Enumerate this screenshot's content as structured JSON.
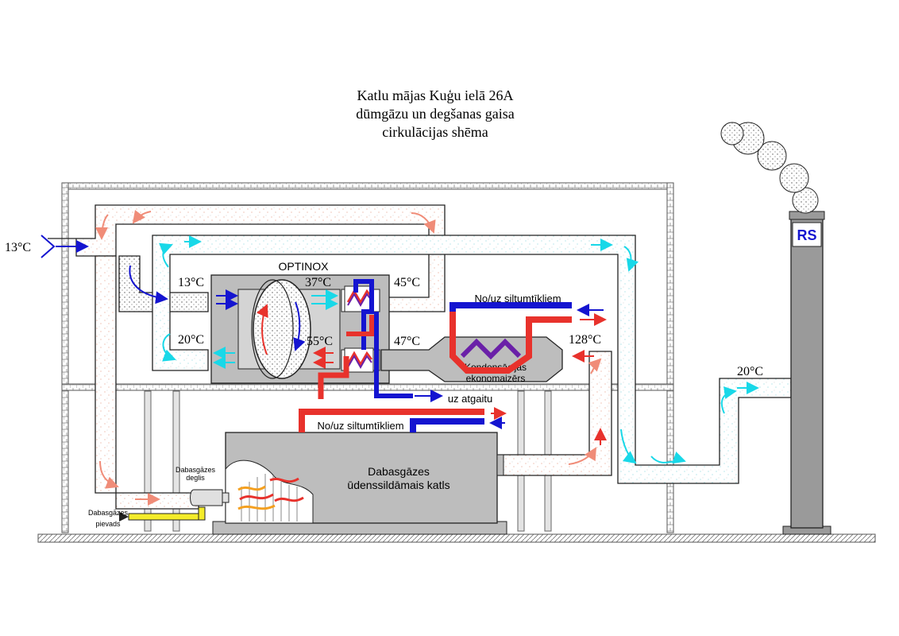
{
  "title": {
    "line1": "Katlu mājas Kuģu ielā 26A",
    "line2": "dūmgāzu un degšanas gaisa",
    "line3": "cirkulācijas shēma"
  },
  "labels": {
    "optinox": "OPTINOX",
    "inlet_temp": "13°C",
    "recup_in_cold": "13°C",
    "recup_out_warm": "37°C",
    "exhaust_after_recup": "45°C",
    "recup_cold_out": "20°C",
    "recup_hot_in": "55°C",
    "after_economizer_in": "47°C",
    "boiler_flue_temp": "128°C",
    "chimney_temp": "20°C",
    "economizer_line1": "Kondensācijas",
    "economizer_line2": "ekonomaizērs",
    "heat_network_top": "No/uz siltumtīkliem",
    "heat_network_bottom": "No/uz siltumtīkliem",
    "to_return": "uz atgaitu",
    "boiler_line1": "Dabasgāzes",
    "boiler_line2": "ūdenssildāmais katls",
    "burner_line1": "Dabasgāzes",
    "burner_line2": "deglis",
    "gas_supply_line1": "Dabasgāzes",
    "gas_supply_line2": "pievads",
    "logo": "RS"
  },
  "colors": {
    "hot_flow": "#e8322c",
    "cold_flow": "#1414d0",
    "fresh_air": "#18d8e8",
    "warm_air": "#f08c78",
    "equipment": "#c0c0c0",
    "gas_line": "#f4ec2a"
  }
}
